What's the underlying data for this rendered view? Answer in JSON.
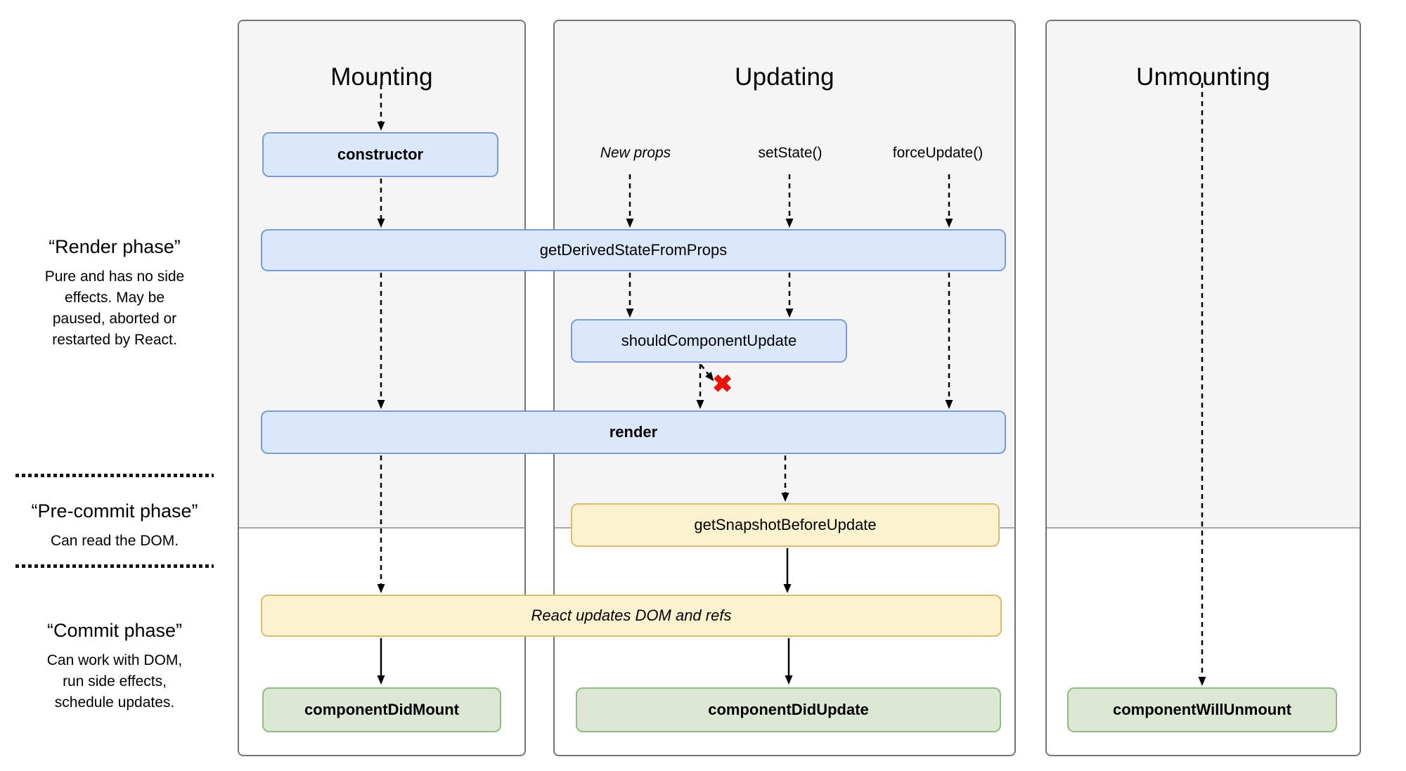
{
  "diagram": {
    "title_implied": "React component lifecycle",
    "columns": [
      {
        "title": "Mounting"
      },
      {
        "title": "Updating"
      },
      {
        "title": "Unmounting"
      }
    ],
    "phases": [
      {
        "title": "“Render phase”",
        "description": "Pure and has no side\neffects. May be\npaused, aborted or\nrestarted by React."
      },
      {
        "title": "“Pre-commit phase”",
        "description": "Can read the DOM."
      },
      {
        "title": "“Commit phase”",
        "description": "Can work with DOM,\nrun side effects,\nschedule updates."
      }
    ],
    "triggers": [
      {
        "label": "New props"
      },
      {
        "label": "setState()"
      },
      {
        "label": "forceUpdate()"
      }
    ],
    "nodes": {
      "constructor": {
        "label": "constructor"
      },
      "getDerivedStateFromProps": {
        "label": "getDerivedStateFromProps"
      },
      "shouldComponentUpdate": {
        "label": "shouldComponentUpdate"
      },
      "render": {
        "label": "render"
      },
      "getSnapshotBeforeUpdate": {
        "label": "getSnapshotBeforeUpdate"
      },
      "reactUpdates": {
        "label": "React updates DOM and refs"
      },
      "componentDidMount": {
        "label": "componentDidMount"
      },
      "componentDidUpdate": {
        "label": "componentDidUpdate"
      },
      "componentWillUnmount": {
        "label": "componentWillUnmount"
      }
    },
    "annotations": {
      "skip_update_marker": "✖"
    },
    "colors": {
      "node_blue_fill": "#dbe8fc",
      "node_blue_border": "#7a9cd6",
      "node_yellow_fill": "#fdf2cf",
      "node_yellow_border": "#d9bd6f",
      "node_green_fill": "#dce8d3",
      "node_green_border": "#96b786",
      "panel_gray": "#f5f5f5",
      "panel_border": "#757575",
      "skip_marker_red": "#e81309",
      "arrow_black": "#000000"
    }
  }
}
